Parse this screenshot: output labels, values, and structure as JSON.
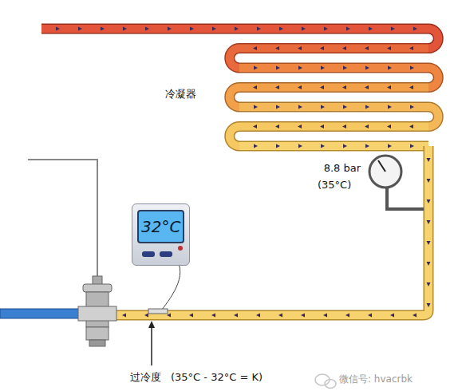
{
  "diagram": {
    "nodes": [
      {
        "text": [
          "32°C"
        ]
      }
    ],
    "labels": [
      "冷凝器",
      "8.8 bar",
      "(35°C)",
      "过冷度",
      "(35°C - 32°C = K)",
      "微信号: hvacrbk"
    ]
  }
}
